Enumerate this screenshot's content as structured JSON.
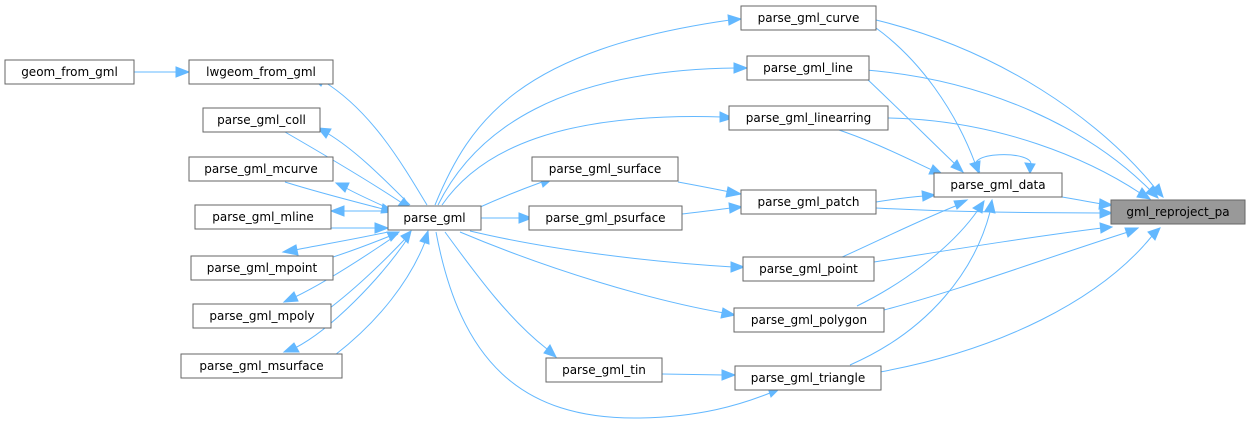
{
  "graph": {
    "nodes": {
      "geom_from_gml": "geom_from_gml",
      "lwgeom_from_gml": "lwgeom_from_gml",
      "parse_gml_coll": "parse_gml_coll",
      "parse_gml_mcurve": "parse_gml_mcurve",
      "parse_gml_mline": "parse_gml_mline",
      "parse_gml_mpoint": "parse_gml_mpoint",
      "parse_gml_mpoly": "parse_gml_mpoly",
      "parse_gml_msurface": "parse_gml_msurface",
      "parse_gml": "parse_gml",
      "parse_gml_surface": "parse_gml_surface",
      "parse_gml_psurface": "parse_gml_psurface",
      "parse_gml_tin": "parse_gml_tin",
      "parse_gml_curve": "parse_gml_curve",
      "parse_gml_line": "parse_gml_line",
      "parse_gml_linearring": "parse_gml_linearring",
      "parse_gml_patch": "parse_gml_patch",
      "parse_gml_point": "parse_gml_point",
      "parse_gml_polygon": "parse_gml_polygon",
      "parse_gml_triangle": "parse_gml_triangle",
      "parse_gml_data": "parse_gml_data",
      "gml_reproject_pa": "gml_reproject_pa"
    },
    "colors": {
      "edge": "#63b8ff",
      "node_border": "#666666",
      "node_fill": "#ffffff",
      "target_fill": "#999999"
    }
  }
}
